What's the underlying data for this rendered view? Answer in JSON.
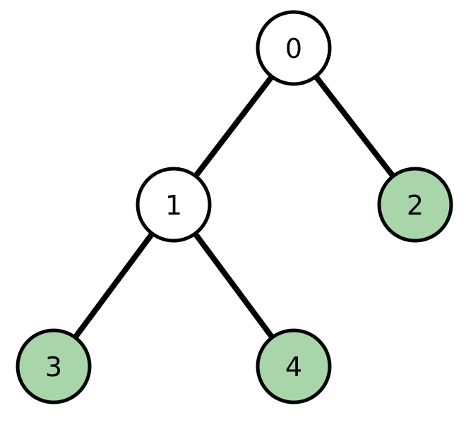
{
  "diagram": {
    "type": "binary-tree",
    "colors": {
      "default": "#ffffff",
      "highlight": "#a8d5aa",
      "stroke": "#000000"
    },
    "nodes": [
      {
        "id": "0",
        "label": "0",
        "highlighted": false
      },
      {
        "id": "1",
        "label": "1",
        "highlighted": false
      },
      {
        "id": "2",
        "label": "2",
        "highlighted": true
      },
      {
        "id": "3",
        "label": "3",
        "highlighted": true
      },
      {
        "id": "4",
        "label": "4",
        "highlighted": true
      }
    ],
    "edges": [
      {
        "from": "0",
        "to": "1"
      },
      {
        "from": "0",
        "to": "2"
      },
      {
        "from": "1",
        "to": "3"
      },
      {
        "from": "1",
        "to": "4"
      }
    ]
  }
}
